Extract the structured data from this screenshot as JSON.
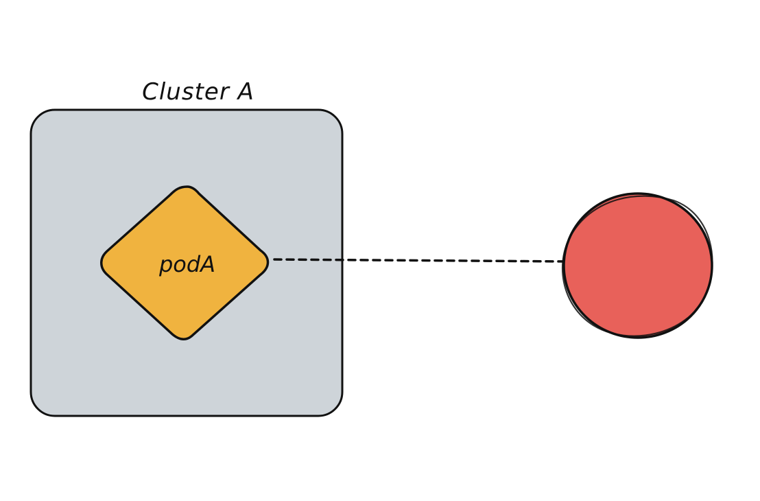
{
  "diagram": {
    "cluster": {
      "label": "Cluster A",
      "fill": "#ced4d9"
    },
    "pod": {
      "label": "podA",
      "fill": "#f0b33f"
    },
    "external_node": {
      "label": "",
      "fill": "#e8615a"
    },
    "connection": {
      "style": "dashed",
      "stroke": "#111111"
    }
  }
}
